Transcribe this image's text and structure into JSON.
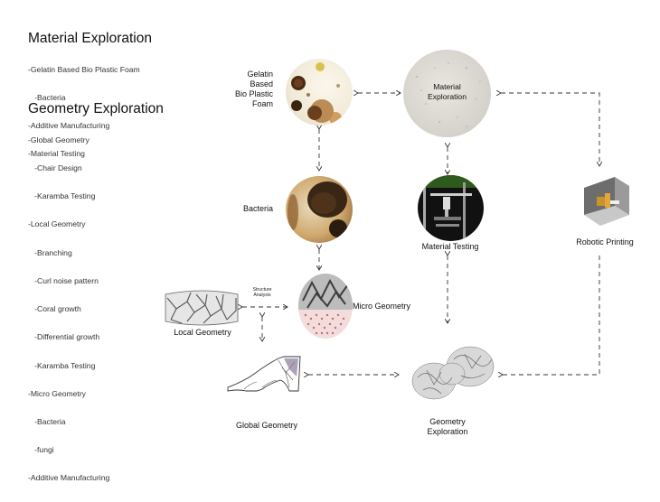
{
  "text_blocks": {
    "material": {
      "title": "Material Exploration",
      "items": [
        "-Gelatin Based Bio Plastic Foam",
        "   -Bacteria",
        "-Additive Manufacturing",
        "-Material Testing"
      ]
    },
    "geometry": {
      "title": "Geometry Exploration",
      "items": [
        "-Global Geometry",
        "   -Chair Design",
        "   -Karamba Testing",
        "-Local Geometry",
        "   -Branching",
        "   -Curl noise pattern",
        "   -Coral growth",
        "   -Differential growth",
        "   -Karamba Testing",
        "-Micro Geometry",
        "   -Bacteria",
        "   -fungi",
        "-Additive Manufacturing"
      ]
    }
  },
  "nodes": {
    "gelatin": "Gelatin\nBased\nBio Plastic\nFoam",
    "material_exploration": "Material\nExploration",
    "bacteria": "Bacteria",
    "material_testing": "Material Testing",
    "robotic_printing": "Robotic Printing",
    "structure_analysis": "Structure\nAnalysis",
    "micro_geometry": "Micro Geometry",
    "local_geometry": "Local Geometry",
    "global_geometry": "Global Geometry",
    "geometry_exploration": "Geometry\nExploration"
  },
  "colors": {
    "text": "#222222",
    "arrow": "#333333",
    "foam": "#f3eee0",
    "brown": "#5a3a1c",
    "texture": "#d9d7d0"
  }
}
